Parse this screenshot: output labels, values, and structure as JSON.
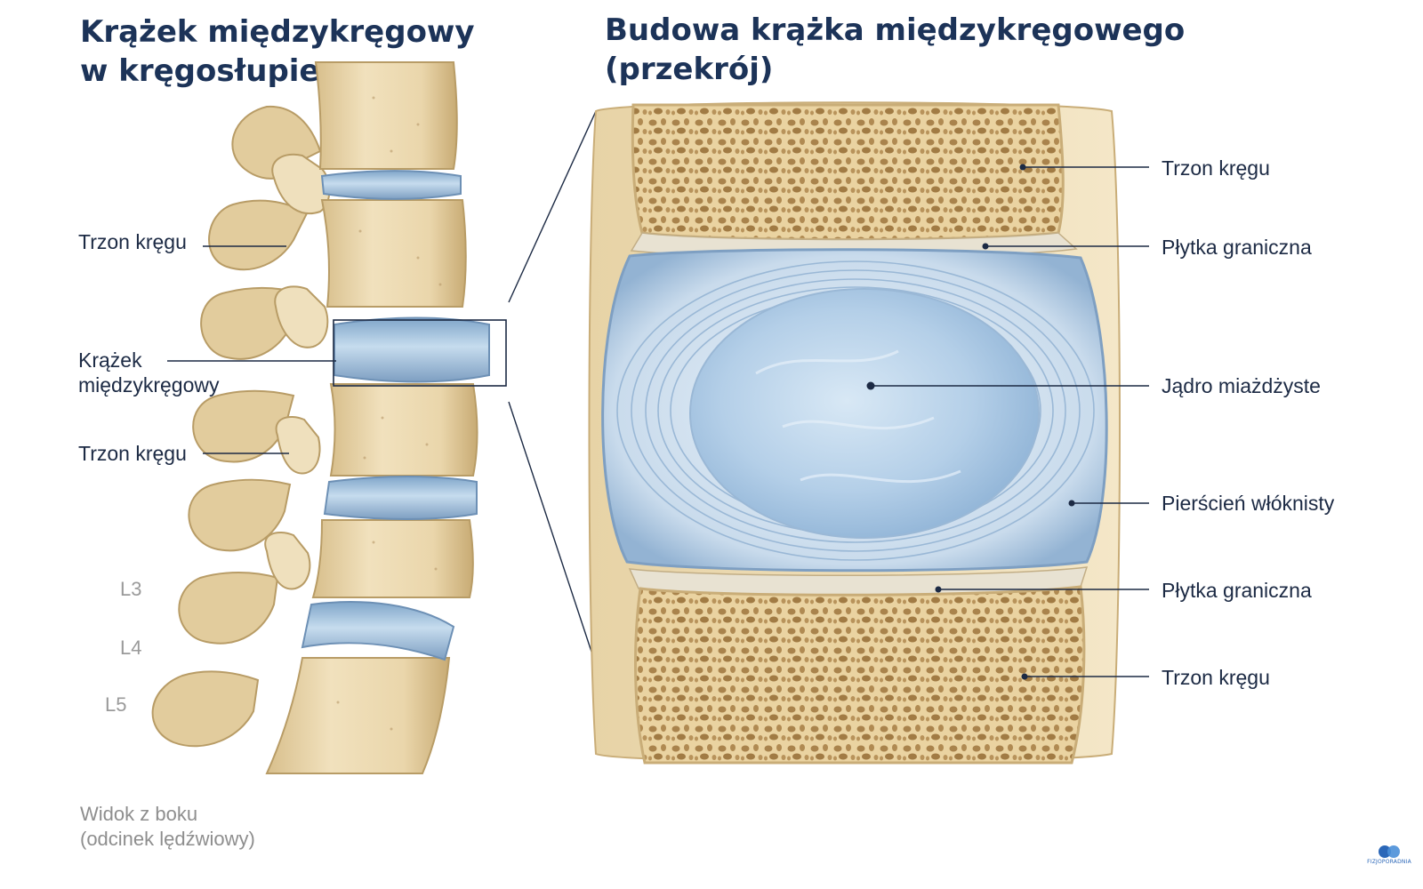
{
  "left_panel": {
    "title_line1": "Krążek międzykręgowy",
    "title_line2": "w kręgosłupie",
    "labels": {
      "body_top": "Trzon kręgu",
      "disc_line1": "Krążek",
      "disc_line2": "międzykręgowy",
      "body_bottom": "Trzon kręgu"
    },
    "levels": [
      "L3",
      "L4",
      "L5"
    ],
    "caption_line1": "Widok z boku",
    "caption_line2": "(odcinek lędźwiowy)"
  },
  "right_panel": {
    "title_line1": "Budowa krążka międzykręgowego",
    "title_line2": "(przekrój)",
    "labels": [
      "Trzon kręgu",
      "Płytka graniczna",
      "Jądro miażdżyste",
      "Pierścień włóknisty",
      "Płytka graniczna",
      "Trzon kręgu"
    ]
  },
  "logo": {
    "name": "FIZJOPORADNIA"
  },
  "colors": {
    "bone": "#e9d6ad",
    "bone_dark": "#c9ad78",
    "disc_blue": "#a9c8e2",
    "title": "#1c3358",
    "leader_line": "#1c2a44"
  }
}
